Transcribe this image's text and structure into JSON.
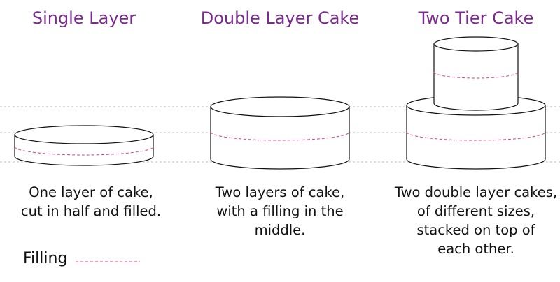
{
  "titles": {
    "single": "Single Layer",
    "double": "Double Layer Cake",
    "tier": "Two Tier Cake"
  },
  "descriptions": {
    "single": [
      "One layer of cake,",
      "cut in half and filled."
    ],
    "double": [
      "Two layers of cake,",
      "with a filling in the",
      "middle."
    ],
    "tier": [
      "Two double layer cakes,",
      "of different sizes,",
      "stacked on top of",
      "each other."
    ]
  },
  "legend": {
    "label": "Filling"
  },
  "colors": {
    "title": "#7b2a8e",
    "filling": "#d6408a",
    "outline": "#111111",
    "guide": "#bbbbbb",
    "text": "#111111"
  }
}
